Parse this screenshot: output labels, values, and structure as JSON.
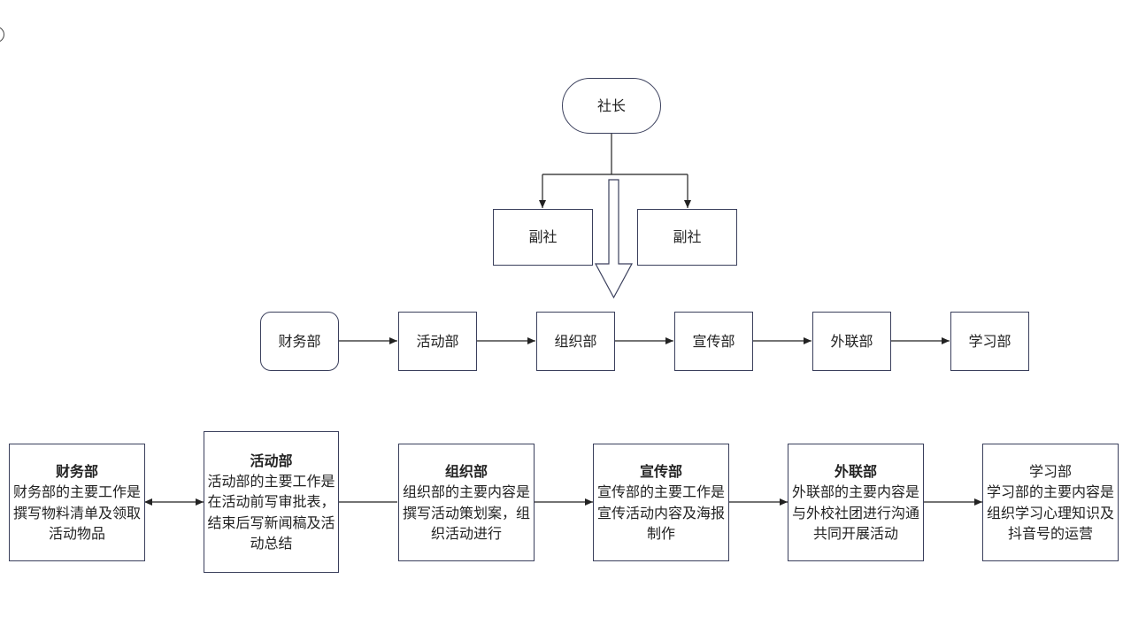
{
  "top": {
    "president": "社长",
    "vice_left": "副社",
    "vice_right": "副社"
  },
  "departments": [
    "财务部",
    "活动部",
    "组织部",
    "宣传部",
    "外联部",
    "学习部"
  ],
  "details": [
    {
      "title": "财务部",
      "bold": true,
      "lines": [
        "财务部的主要工作是",
        "撰写物料清单及领取",
        "活动物品"
      ]
    },
    {
      "title": "活动部",
      "bold": true,
      "lines": [
        "活动部的主要工作是",
        "在活动前写审批表，",
        "结束后写新闻稿及活",
        "动总结"
      ]
    },
    {
      "title": "组织部",
      "bold": true,
      "lines": [
        "组织部的主要内容是",
        "撰写活动策划案，组",
        "织活动进行"
      ]
    },
    {
      "title": "宣传部",
      "bold": true,
      "lines": [
        "宣传部的主要工作是",
        "宣传活动内容及海报",
        "制作"
      ]
    },
    {
      "title": "外联部",
      "bold": true,
      "lines": [
        "外联部的主要内容是",
        "与外校社团进行沟通",
        "共同开展活动"
      ]
    },
    {
      "title": "学习部",
      "bold": false,
      "lines": [
        "学习部的主要内容是",
        "组织学习心理知识及",
        "抖音号的运营"
      ]
    }
  ],
  "colors": {
    "stroke": "#3a3f5c",
    "arrow": "#222222",
    "background": "#ffffff"
  }
}
